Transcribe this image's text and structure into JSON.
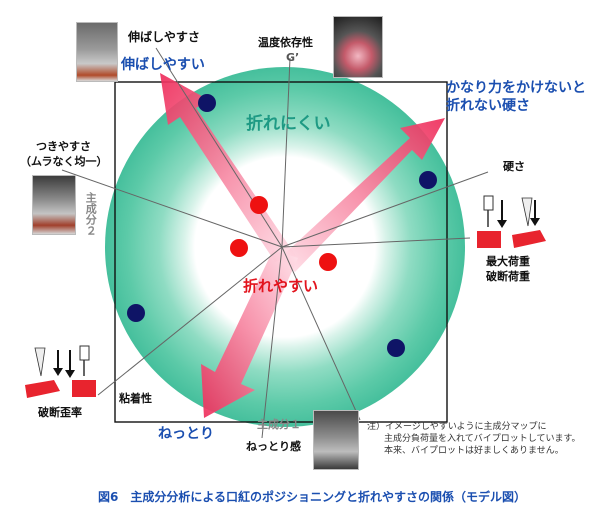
{
  "labels": {
    "stretch_axis": "伸ばしやすさ",
    "stretch_arrow": "伸ばしやすい",
    "temperature": "温度依存性",
    "gprime": "G’",
    "hard_arrow_line1": "かなり力をかけないと",
    "hard_arrow_line2": "折れない硬さ",
    "hardness": "硬さ",
    "ease_line1": "つきやすさ",
    "ease_line2": "（ムラなく均一）",
    "pc2": "主成分２",
    "ring": "折れにくい",
    "center": "折れやすい",
    "max_load_line1": "最大荷重",
    "max_load_line2": "破断荷重",
    "strain": "破断歪率",
    "adhesion": "粘着性",
    "pc1": "主成分１",
    "sticky_arrow": "ねっとり",
    "sticky_feel": "ねっとり感",
    "note_line1": "注）イメージしやすいように主成分マップに",
    "note_line2": "主成分負荷量を入れてバイプロットしています。",
    "note_line3": "本来、バイプロットは好ましくありません。",
    "caption": "図6　主成分分析による口紅のポジショニングと折れやすさの関係（モデル図）"
  },
  "colors": {
    "ring": "#52c9a6",
    "arrow": "#ee2c5a",
    "navy_point": "#0f1466",
    "red_point": "#ee1111",
    "caption": "#1b4fb0"
  }
}
